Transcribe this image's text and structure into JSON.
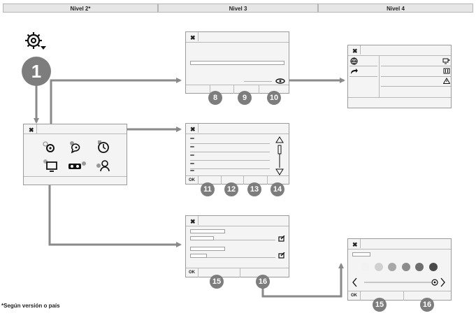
{
  "headers": [
    "Nivel 2*",
    "Nivel 3",
    "Nivel 4"
  ],
  "main_step": "1",
  "close_glyph": "✖",
  "ok_label": "OK",
  "callouts": [
    "8",
    "9",
    "10",
    "11",
    "12",
    "13",
    "14",
    "15",
    "16",
    "15",
    "16"
  ],
  "footnote": "*Según versión o país",
  "colors": {
    "arrow": "#8a8a8a",
    "callout": "#7d7d7d",
    "window": "#f4f4f4",
    "swatches": [
      "#f2f2f2",
      "#d0d0d0",
      "#a8a8a8",
      "#8c8c8c",
      "#6e6e6e",
      "#4a4a4a"
    ]
  },
  "icons": [
    "settings-icon",
    "voice-icon",
    "timer-icon",
    "display-icon",
    "radio-icon",
    "profile-icon",
    "globe-icon",
    "share-icon",
    "screen-icon",
    "battery-icon",
    "warning-icon",
    "eye-icon",
    "edit-icon"
  ]
}
